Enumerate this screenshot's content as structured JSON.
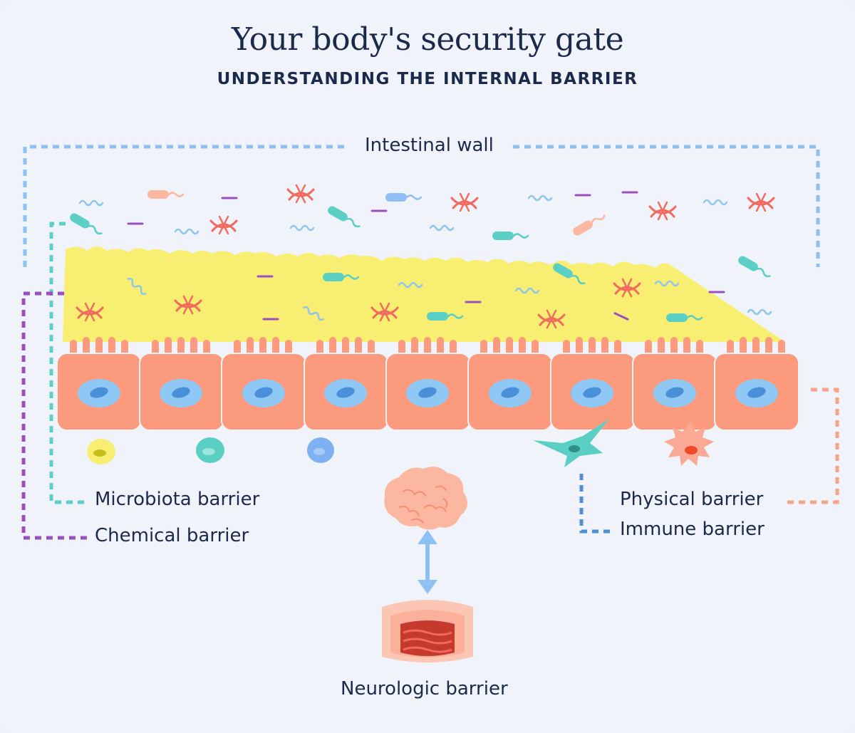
{
  "header": {
    "title": "Your body's security gate",
    "subtitle": "UNDERSTANDING THE INTERNAL BARRIER"
  },
  "labels": {
    "intestinal_wall": "Intestinal wall",
    "microbiota": "Microbiota barrier",
    "chemical": "Chemical barrier",
    "physical": "Physical barrier",
    "immune": "Immune barrier",
    "neurologic": "Neurologic barrier"
  },
  "colors": {
    "background": "#f0f3fa",
    "mucus": "#f7ee72",
    "epithelial_cell": "#fb9a7c",
    "nucleus_outer": "#8fc7f5",
    "nucleus_inner": "#4a90d9",
    "microbiota_line": "#5ccfc4",
    "chemical_line": "#9b4fc0",
    "intestinal_wall_line": "#8fc0f2",
    "physical_line": "#f8a48a",
    "immune_line": "#4f90d4",
    "arrow": "#8fc0f5"
  },
  "icons": {
    "brain": "brain-icon",
    "intestine": "intestine-icon",
    "arrow": "double-arrow-icon"
  }
}
